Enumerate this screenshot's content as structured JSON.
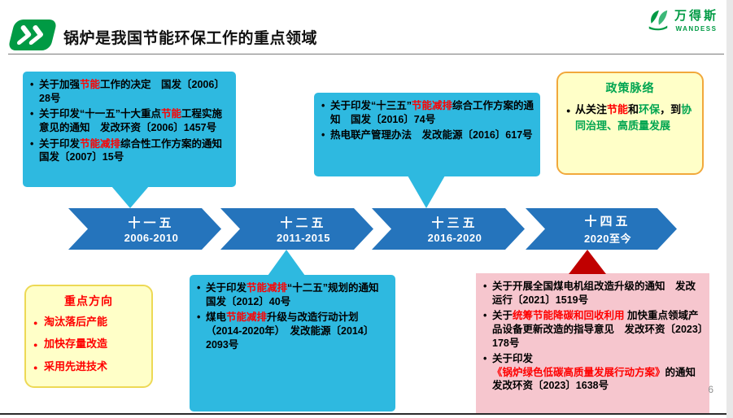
{
  "slide": {
    "title": "锅炉是我国节能环保工作的重点领域",
    "page_number": "6"
  },
  "logo": {
    "name": "万得斯",
    "subname": "WANDESS"
  },
  "colors": {
    "red": "#FF0000",
    "green": "#00A550",
    "brand_green": "#009A44",
    "timeline_blue": "#2574BC",
    "cyan_box": "#2EB9E0",
    "yellow_bg": "#FFFFC8",
    "yellow_border": "#F1A83B",
    "yellow_border2": "#EDD955",
    "pink_bg": "#F6C6CE",
    "dark_red": "#C00000"
  },
  "timeline": {
    "periods": [
      {
        "title": "十一五",
        "years": "2006-2010"
      },
      {
        "title": "十二五",
        "years": "2011-2015"
      },
      {
        "title": "十三五",
        "years": "2016-2020"
      },
      {
        "title": "十四五",
        "years": "2020至今"
      }
    ]
  },
  "boxes": {
    "plan11": {
      "items": [
        [
          {
            "t": "关于加强"
          },
          {
            "t": "节能",
            "c": "red"
          },
          {
            "t": "工作的决定　国发〔2006〕28号"
          }
        ],
        [
          {
            "t": "关于印发“十一五”十大重点"
          },
          {
            "t": "节能",
            "c": "red"
          },
          {
            "t": "工程实施意见的通知　发改环资〔2006〕1457号"
          }
        ],
        [
          {
            "t": "关于印发"
          },
          {
            "t": "节能减排",
            "c": "red"
          },
          {
            "t": "综合性工作方案的通知　国发〔2007〕15号"
          }
        ]
      ]
    },
    "plan13": {
      "items": [
        [
          {
            "t": "关于印发“十三五”"
          },
          {
            "t": "节能减排",
            "c": "red"
          },
          {
            "t": "综合工作方案的通知　国发〔2016〕74号"
          }
        ],
        [
          {
            "t": "热电联产管理办法　发改能源〔2016〕617号"
          }
        ]
      ]
    },
    "policy_context": {
      "title": "政策脉络",
      "content": [
        [
          {
            "t": "从关注"
          },
          {
            "t": "节能",
            "c": "red"
          },
          {
            "t": "和"
          },
          {
            "t": "环保",
            "c": "green"
          },
          {
            "t": "，到"
          },
          {
            "t": "协同治理、高质量发展",
            "c": "green",
            "b": true
          }
        ]
      ]
    },
    "key_directions": {
      "title": "重点方向",
      "items": [
        "淘汰落后产能",
        "加快存量改造",
        "采用先进技术"
      ]
    },
    "plan12": {
      "items": [
        [
          {
            "t": "关于印发"
          },
          {
            "t": "节能减排",
            "c": "red"
          },
          {
            "t": "“十二五”规划的通知　国发〔2012〕40号"
          }
        ],
        [
          {
            "t": "煤电"
          },
          {
            "t": "节能减排",
            "c": "red"
          },
          {
            "t": "升级与改造行动计划（2014-2020年）　发改能源〔2014〕2093号"
          }
        ]
      ]
    },
    "plan14": {
      "items": [
        [
          {
            "t": "关于开展全国煤电机组改造升级的通知　发改运行〔2021〕1519号"
          }
        ],
        [
          {
            "t": "关于"
          },
          {
            "t": "统筹节能降碳和回收利用",
            "c": "red",
            "b": true
          },
          {
            "t": " 加快重点领域产品设备更新改造的指导意见　发改环资〔2023〕178号"
          }
        ],
        [
          {
            "t": "关于印发"
          },
          {
            "t": "《锅炉绿色低碳高质量发展行动方案》",
            "c": "red",
            "b": true
          },
          {
            "t": "的通知　发改环资〔2023〕1638号"
          }
        ]
      ]
    }
  }
}
